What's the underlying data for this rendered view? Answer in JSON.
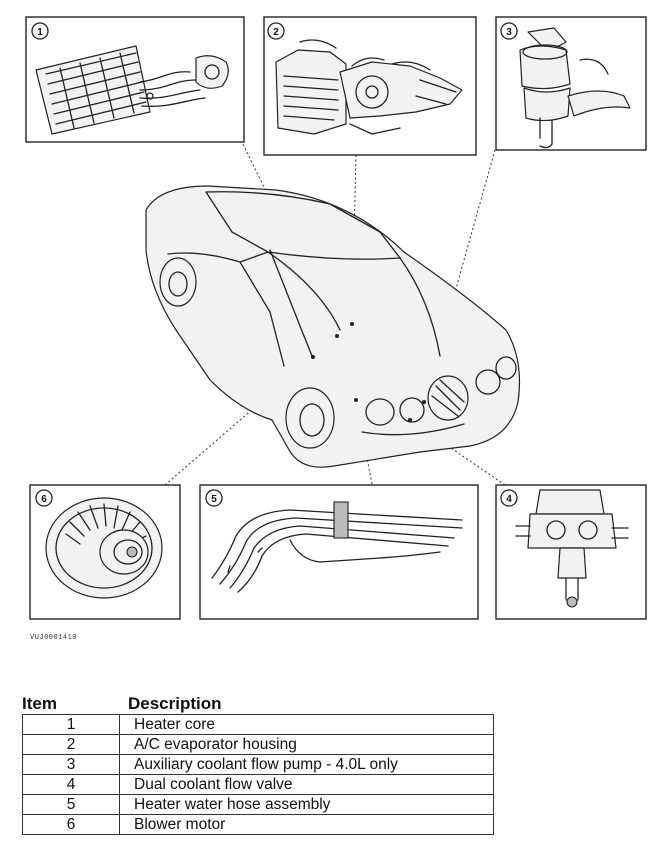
{
  "figure_ref": "VUJ0001410",
  "callouts": [
    {
      "num": "1",
      "label": "Heater core"
    },
    {
      "num": "2",
      "label": "A/C evaporator housing"
    },
    {
      "num": "3",
      "label": "Auxiliary coolant flow pump - 4.0L only"
    },
    {
      "num": "4",
      "label": "Dual coolant flow valve"
    },
    {
      "num": "5",
      "label": "Heater water hose assembly"
    },
    {
      "num": "6",
      "label": "Blower motor"
    }
  ],
  "legend": {
    "header_item": "Item",
    "header_description": "Description",
    "rows": [
      {
        "item": "1",
        "description": "Heater core"
      },
      {
        "item": "2",
        "description": "A/C evaporator housing"
      },
      {
        "item": "3",
        "description": "Auxiliary coolant flow pump - 4.0L only"
      },
      {
        "item": "4",
        "description": "Dual coolant flow valve"
      },
      {
        "item": "5",
        "description": "Heater water hose assembly"
      },
      {
        "item": "6",
        "description": "Blower motor"
      }
    ]
  }
}
